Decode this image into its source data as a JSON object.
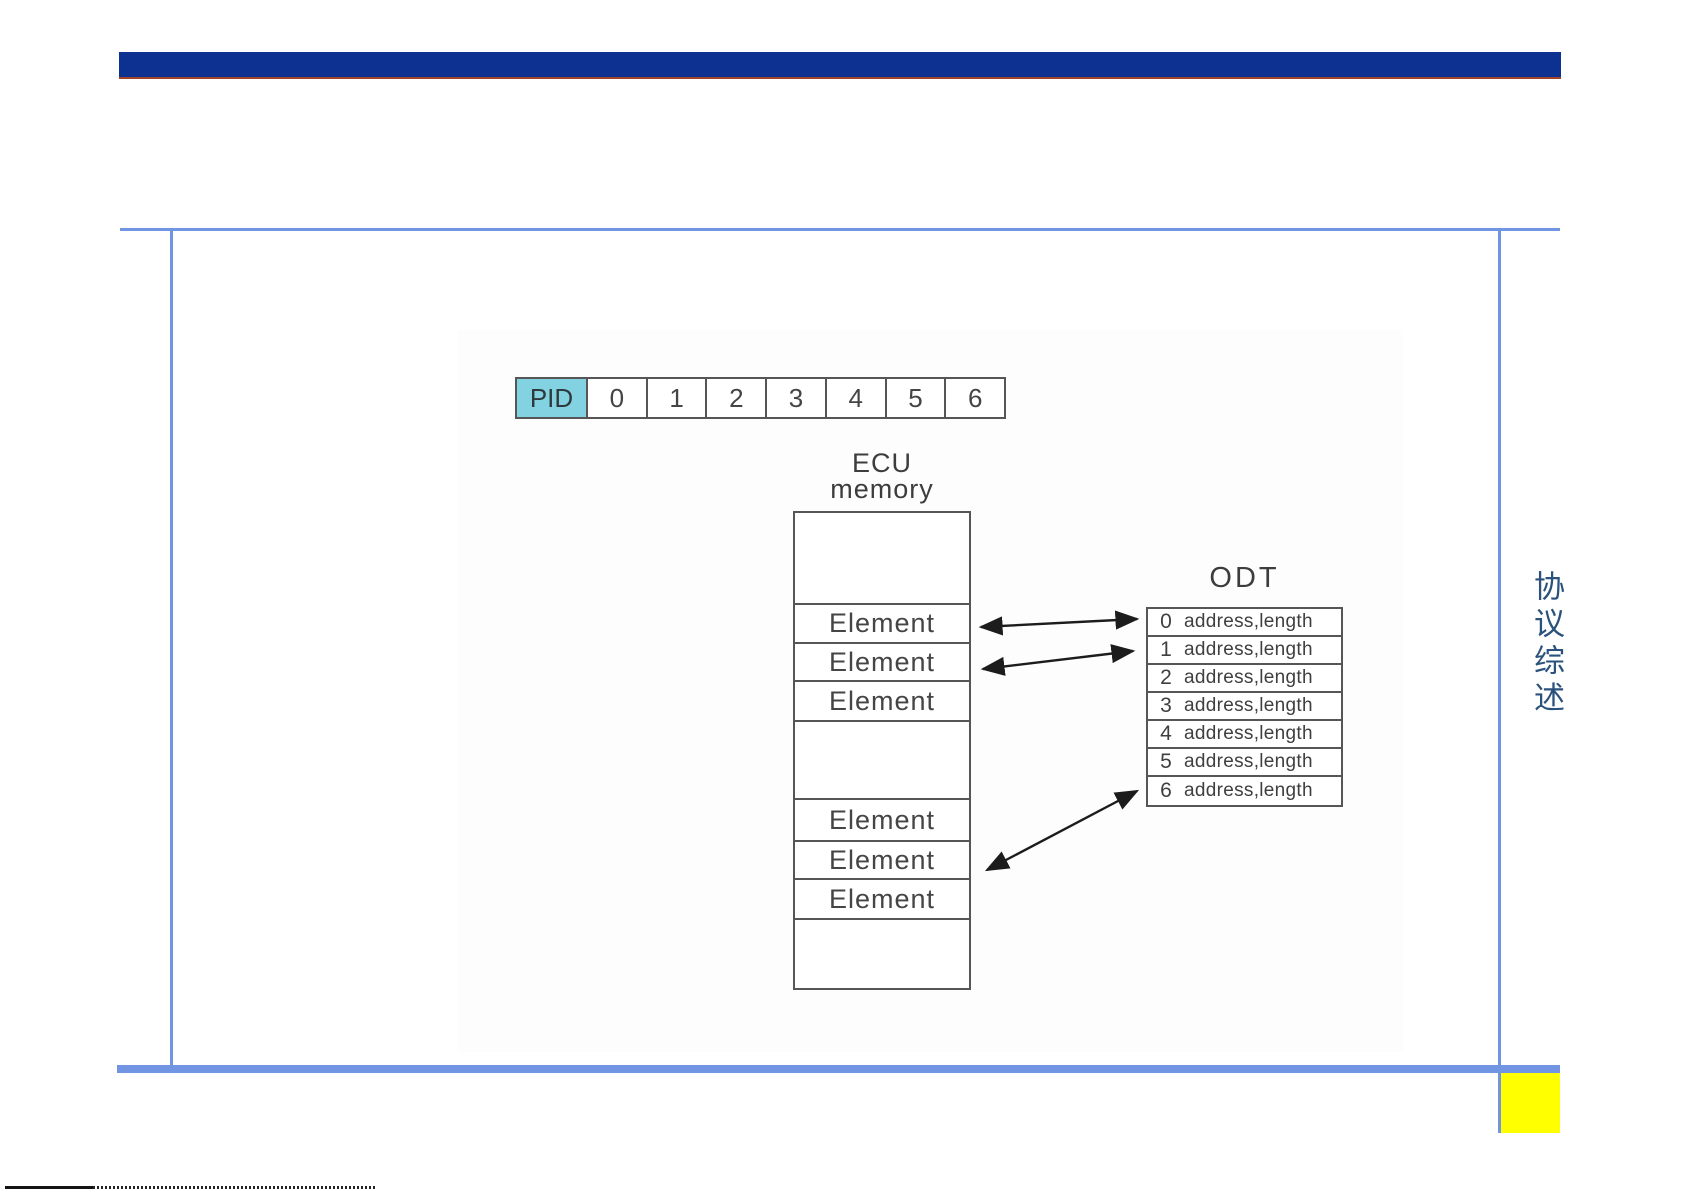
{
  "slide": {
    "side_label": "协议综述"
  },
  "pid_strip": {
    "header": "PID",
    "cells": [
      "0",
      "1",
      "2",
      "3",
      "4",
      "5",
      "6"
    ]
  },
  "ecu": {
    "title_line1": "ECU",
    "title_line2": "memory",
    "rows": [
      "",
      "Element",
      "Element",
      "Element",
      "",
      "Element",
      "Element",
      "Element",
      ""
    ]
  },
  "odt": {
    "title": "ODT",
    "rows": [
      {
        "index": "0",
        "value": "address,length"
      },
      {
        "index": "1",
        "value": "address,length"
      },
      {
        "index": "2",
        "value": "address,length"
      },
      {
        "index": "3",
        "value": "address,length"
      },
      {
        "index": "4",
        "value": "address,length"
      },
      {
        "index": "5",
        "value": "address,length"
      },
      {
        "index": "6",
        "value": "address,length"
      }
    ]
  },
  "colors": {
    "top_bar": "#0c3191",
    "top_bar_underline": "#a2442a",
    "frame": "#7195e2",
    "accent_yellow": "#ffff00",
    "pid_fill": "#82d2e2",
    "side_text": "#2a527c",
    "diagram_line": "#565656",
    "diagram_text": "#454545",
    "arrow": "#1c1c1c"
  }
}
